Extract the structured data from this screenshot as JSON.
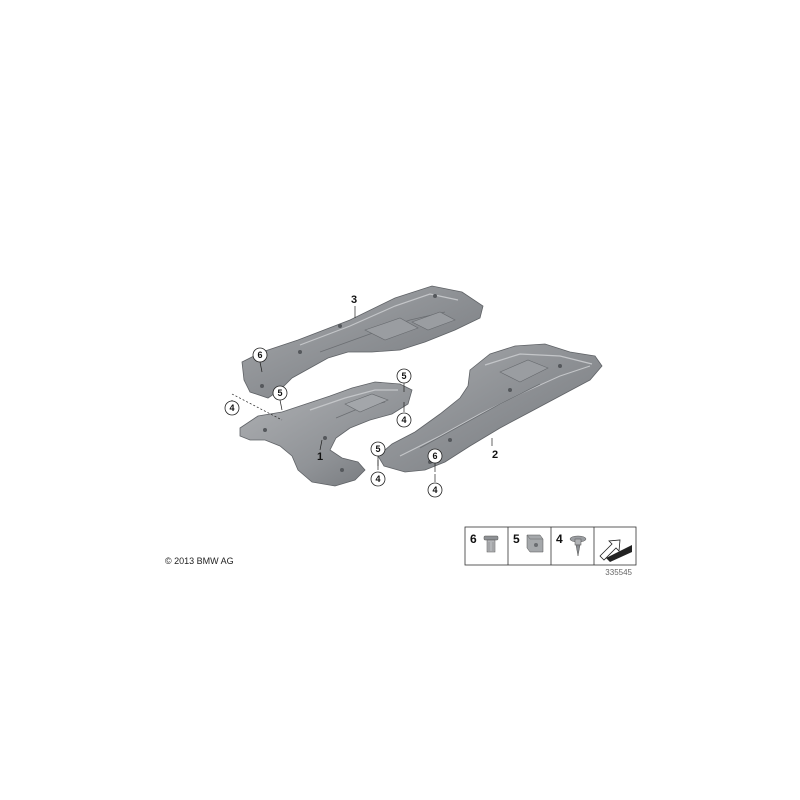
{
  "parts": {
    "part_1": "1",
    "part_2": "2",
    "part_3": "3"
  },
  "callouts": {
    "c6_top": "6",
    "c5_left": "5",
    "c4_left": "4",
    "c5_mid_top": "5",
    "c4_mid_top": "4",
    "c5_mid_low": "5",
    "c4_mid_low": "4",
    "c6_right": "6",
    "c4_right": "4"
  },
  "legend": {
    "item_6": "6",
    "item_5": "5",
    "item_4": "4"
  },
  "copyright": "© 2013 BMW AG",
  "diagram_id": "335545"
}
